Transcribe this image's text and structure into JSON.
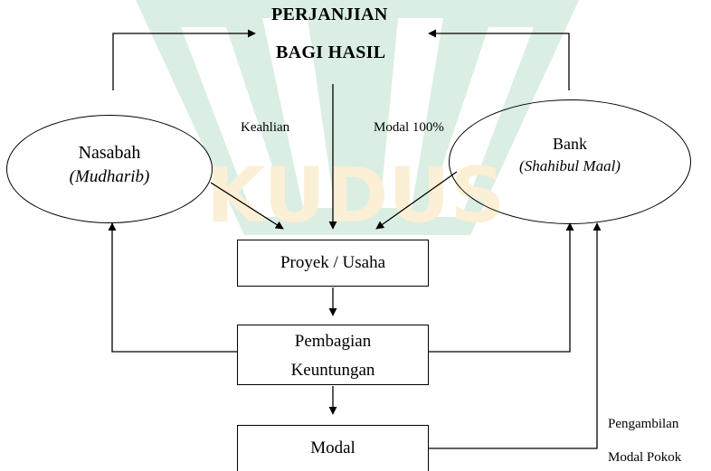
{
  "title": {
    "line1": "PERJANJIAN",
    "line2": "BAGI HASIL"
  },
  "nodes": {
    "nasabah": {
      "name": "Nasabah",
      "role": "(Mudharib)"
    },
    "bank": {
      "name": "Bank",
      "role": "(Shahibul Maal)"
    },
    "proyek": "Proyek / Usaha",
    "pembagian": {
      "line1": "Pembagian",
      "line2": "Keuntungan"
    },
    "modal": "Modal"
  },
  "labels": {
    "keahlian": "Keahlian",
    "modal_100": "Modal 100%",
    "pengambilan": "Pengambilan",
    "modal_pokok": "Modal Pokok"
  },
  "watermark": {
    "text": "KUDUS",
    "color": "#1f9a57",
    "text_color": "#e8a300"
  },
  "colors": {
    "stroke": "#000000",
    "background": "#ffffff"
  }
}
